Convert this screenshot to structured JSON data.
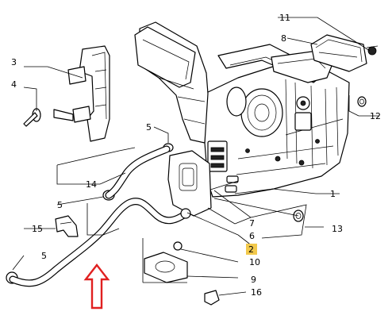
{
  "diagram": {
    "callouts": [
      {
        "id": "c11",
        "text": "11",
        "highlight": false
      },
      {
        "id": "c8",
        "text": "8",
        "highlight": false
      },
      {
        "id": "c3",
        "text": "3",
        "highlight": false
      },
      {
        "id": "c4",
        "text": "4",
        "highlight": false
      },
      {
        "id": "c12",
        "text": "12",
        "highlight": false
      },
      {
        "id": "c5a",
        "text": "5",
        "highlight": false
      },
      {
        "id": "c14",
        "text": "14",
        "highlight": false
      },
      {
        "id": "c1",
        "text": "1",
        "highlight": false
      },
      {
        "id": "c5b",
        "text": "5",
        "highlight": false
      },
      {
        "id": "c7",
        "text": "7",
        "highlight": false
      },
      {
        "id": "c13",
        "text": "13",
        "highlight": false
      },
      {
        "id": "c15",
        "text": "15",
        "highlight": false
      },
      {
        "id": "c6",
        "text": "6",
        "highlight": false
      },
      {
        "id": "c2",
        "text": "2",
        "highlight": true
      },
      {
        "id": "c5c",
        "text": "5",
        "highlight": false
      },
      {
        "id": "c10",
        "text": "10",
        "highlight": false
      },
      {
        "id": "c9",
        "text": "9",
        "highlight": false
      },
      {
        "id": "c16",
        "text": "16",
        "highlight": false
      }
    ],
    "highlight_color": "#f2c94c",
    "arrow_color": "#e02020"
  }
}
